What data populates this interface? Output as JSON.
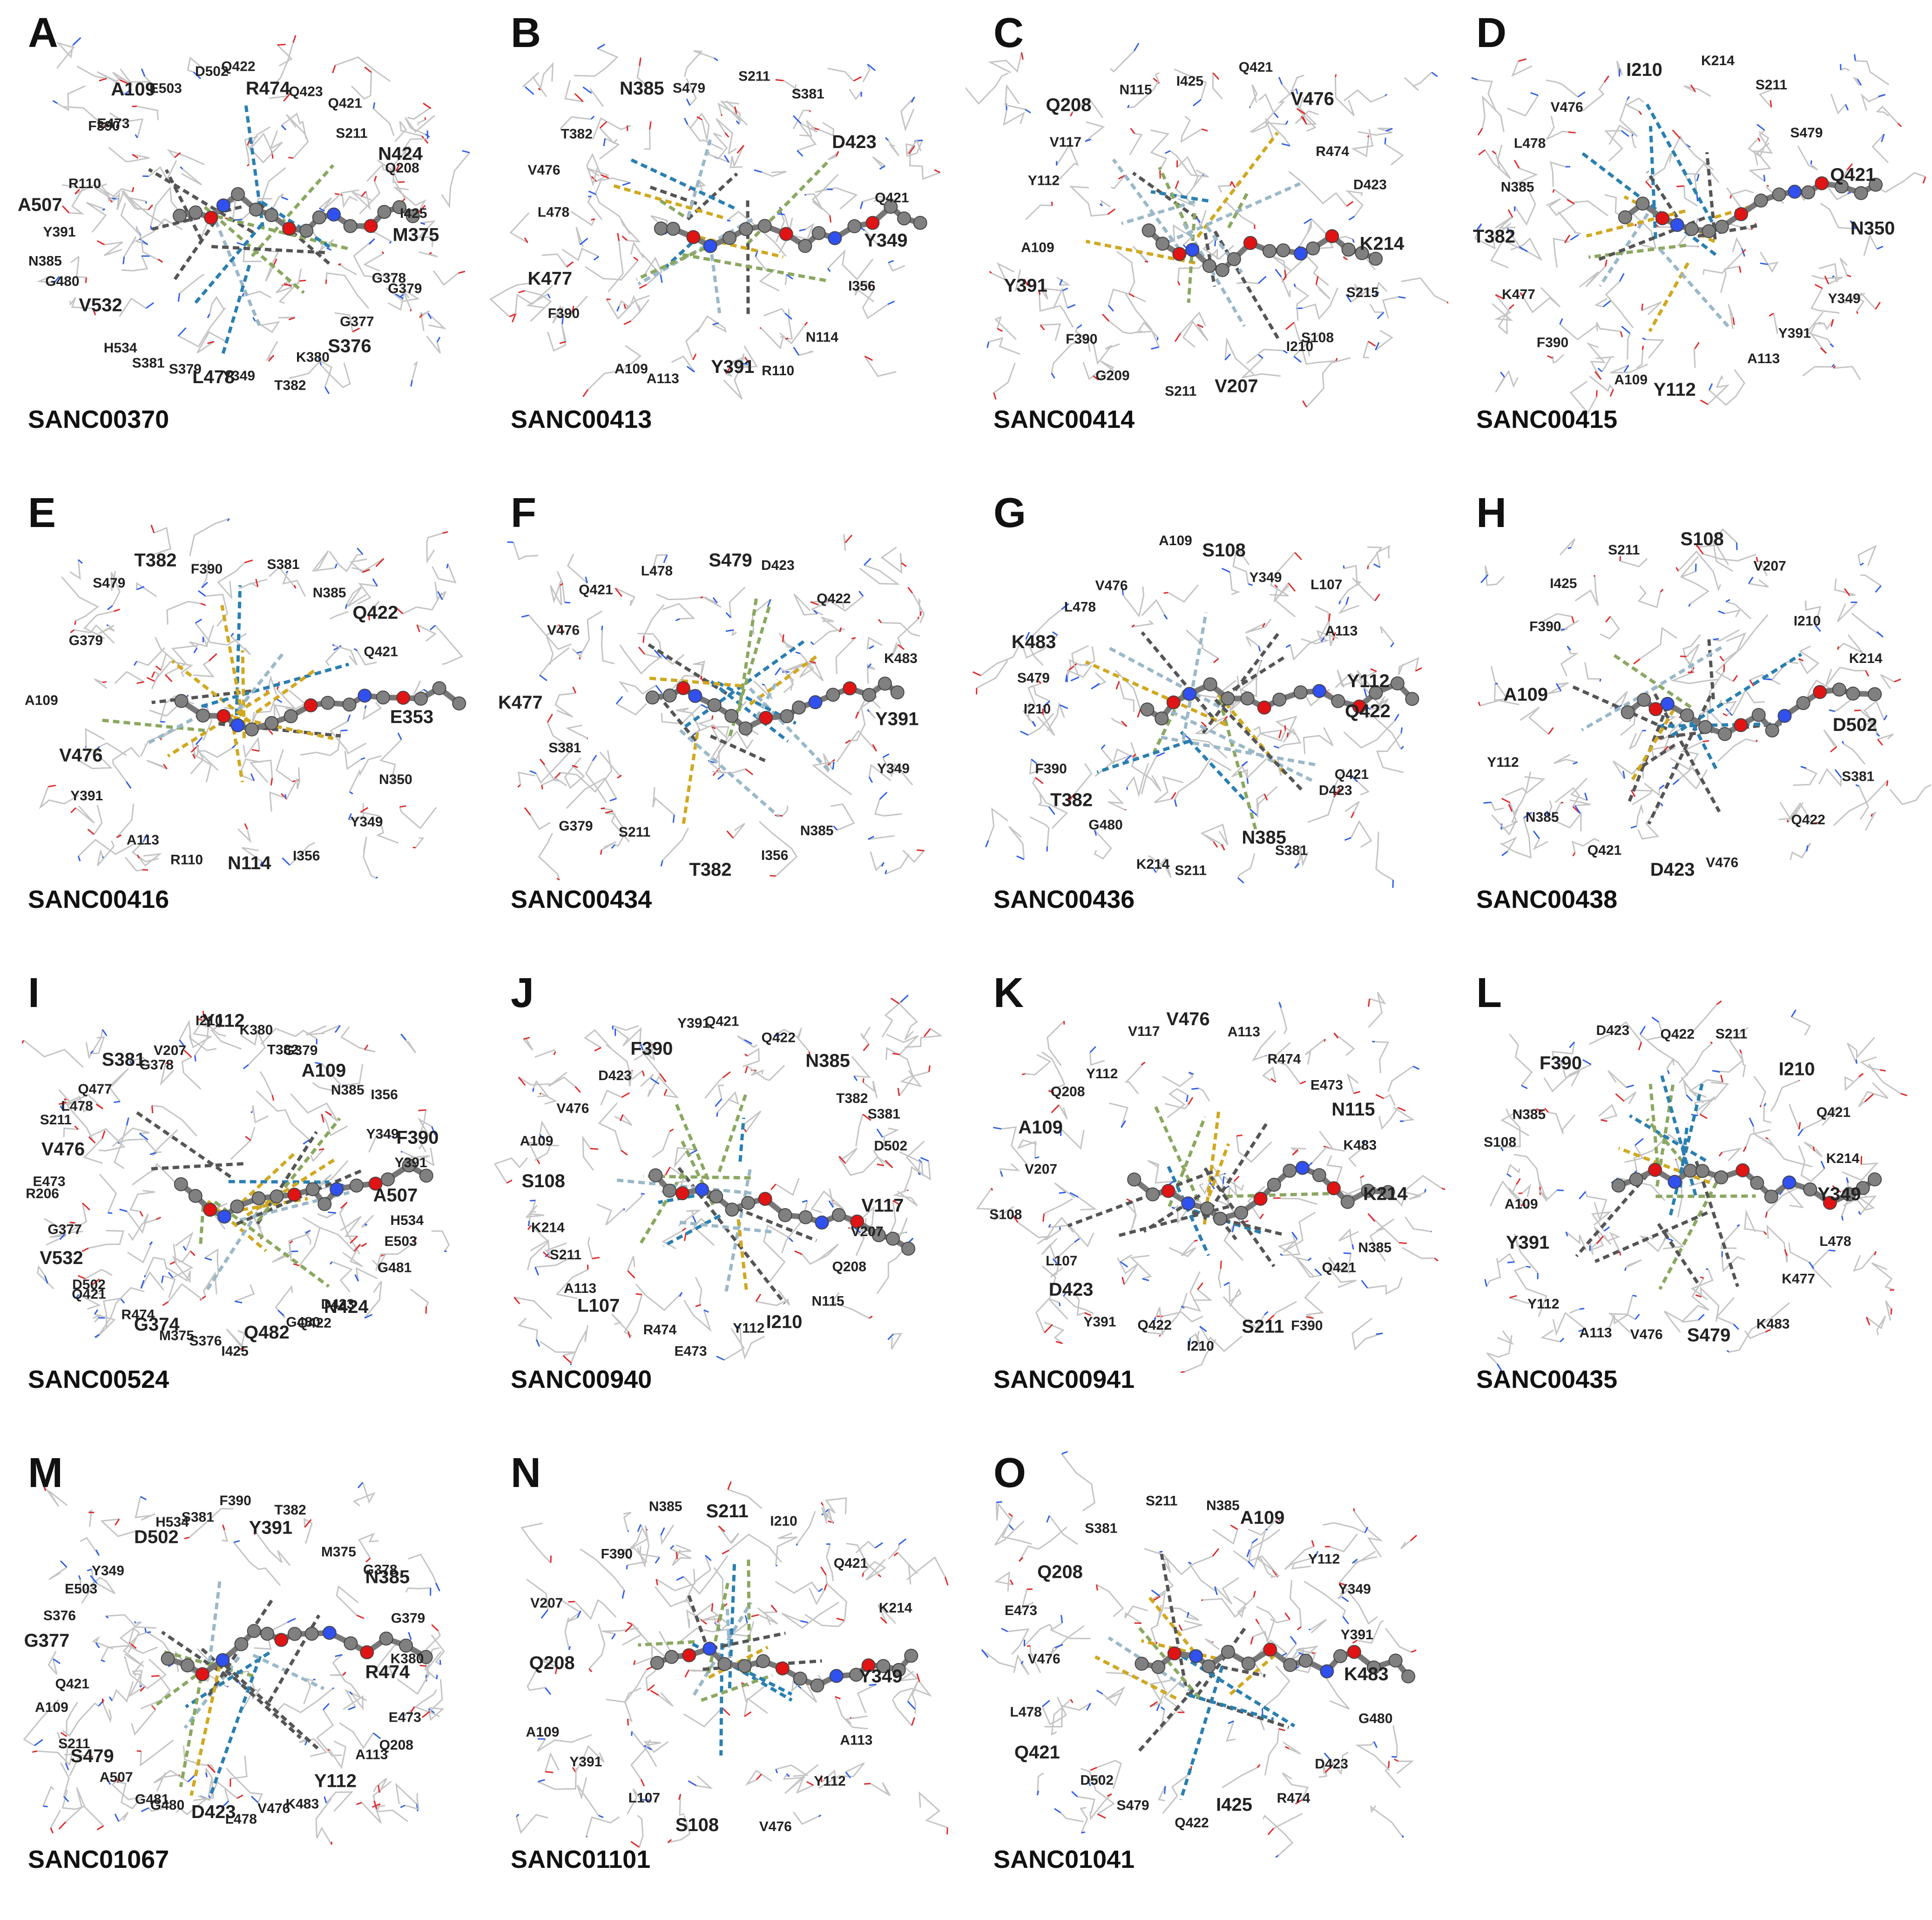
{
  "panels": [
    {
      "letter": "A",
      "compound": "SANC00370",
      "residues": [
        "M375",
        "G378",
        "G379",
        "G377",
        "S376",
        "K380",
        "T382",
        "Y349",
        "L478",
        "S379",
        "S381",
        "H534",
        "V532",
        "G480",
        "N385",
        "Y391",
        "A507",
        "R110",
        "F390",
        "E473",
        "A109",
        "E503",
        "D502",
        "Q422",
        "R474",
        "Q423",
        "Q421",
        "S211",
        "N424",
        "Q208",
        "I425"
      ]
    },
    {
      "letter": "B",
      "compound": "SANC00413",
      "residues": [
        "Y349",
        "I356",
        "N114",
        "R110",
        "Y391",
        "A113",
        "A109",
        "F390",
        "K477",
        "L478",
        "V476",
        "T382",
        "N385",
        "S479",
        "S211",
        "S381",
        "D423",
        "Q421"
      ]
    },
    {
      "letter": "C",
      "compound": "SANC00414",
      "residues": [
        "K214",
        "S215",
        "S108",
        "I210",
        "V207",
        "S211",
        "G209",
        "F390",
        "Y391",
        "A109",
        "Y112",
        "V117",
        "Q208",
        "N115",
        "I425",
        "Q421",
        "V476",
        "R474",
        "D423"
      ]
    },
    {
      "letter": "D",
      "compound": "SANC00415",
      "residues": [
        "N350",
        "Y349",
        "Y391",
        "A113",
        "Y112",
        "A109",
        "F390",
        "K477",
        "T382",
        "N385",
        "L478",
        "V476",
        "I210",
        "K214",
        "S211",
        "S479",
        "Q421"
      ]
    },
    {
      "letter": "E",
      "compound": "SANC00416",
      "residues": [
        "E353",
        "N350",
        "Y349",
        "I356",
        "N114",
        "R110",
        "A113",
        "Y391",
        "V476",
        "A109",
        "G379",
        "S479",
        "T382",
        "F390",
        "S381",
        "N385",
        "Q422",
        "Q421"
      ]
    },
    {
      "letter": "F",
      "compound": "SANC00434",
      "residues": [
        "Y391",
        "Y349",
        "N385",
        "I356",
        "T382",
        "S211",
        "G379",
        "S381",
        "K477",
        "V476",
        "Q421",
        "L478",
        "S479",
        "D423",
        "Q422",
        "K483"
      ]
    },
    {
      "letter": "G",
      "compound": "SANC00436",
      "residues": [
        "Q422",
        "Q421",
        "D423",
        "S381",
        "N385",
        "S211",
        "K214",
        "G480",
        "T382",
        "F390",
        "I210",
        "S479",
        "K483",
        "L478",
        "V476",
        "A109",
        "S108",
        "Y349",
        "L107",
        "A113",
        "Y112"
      ]
    },
    {
      "letter": "H",
      "compound": "SANC00438",
      "residues": [
        "D502",
        "S381",
        "Q422",
        "V476",
        "D423",
        "Q421",
        "N385",
        "Y112",
        "A109",
        "F390",
        "I425",
        "S211",
        "S108",
        "V207",
        "I210",
        "K214"
      ]
    },
    {
      "letter": "I",
      "compound": "SANC00524",
      "residues": [
        "A507",
        "H534",
        "E503",
        "G481",
        "N424",
        "D423",
        "Q422",
        "G480",
        "Q482",
        "I425",
        "S376",
        "M375",
        "G374",
        "R474",
        "Q421",
        "D502",
        "V532",
        "G377",
        "R206",
        "E473",
        "V476",
        "S211",
        "L478",
        "Q477",
        "S381",
        "G378",
        "V207",
        "I210",
        "Y112",
        "K380",
        "T382",
        "G379",
        "A109",
        "N385",
        "I356",
        "Y349",
        "F390",
        "Y391"
      ]
    },
    {
      "letter": "J",
      "compound": "SANC00940",
      "residues": [
        "V117",
        "V207",
        "Q208",
        "N115",
        "I210",
        "Y112",
        "E473",
        "R474",
        "L107",
        "A113",
        "S211",
        "K214",
        "S108",
        "A109",
        "V476",
        "D423",
        "F390",
        "Y391",
        "Q421",
        "Q422",
        "N385",
        "T382",
        "S381",
        "D502"
      ]
    },
    {
      "letter": "K",
      "compound": "SANC00941",
      "residues": [
        "K214",
        "N385",
        "Q421",
        "F390",
        "S211",
        "I210",
        "Q422",
        "Y391",
        "D423",
        "L107",
        "S108",
        "V207",
        "A109",
        "Q208",
        "Y112",
        "V117",
        "V476",
        "A113",
        "R474",
        "E473",
        "N115",
        "K483"
      ]
    },
    {
      "letter": "L",
      "compound": "SANC00435",
      "residues": [
        "Y349",
        "L478",
        "K477",
        "K483",
        "S479",
        "V476",
        "A113",
        "Y112",
        "Y391",
        "A109",
        "S108",
        "N385",
        "F390",
        "D423",
        "Q422",
        "S211",
        "I210",
        "Q421",
        "K214"
      ]
    },
    {
      "letter": "M",
      "compound": "SANC01067",
      "residues": [
        "R474",
        "E473",
        "Q208",
        "A113",
        "Y112",
        "K483",
        "V476",
        "L478",
        "D423",
        "G480",
        "G481",
        "A507",
        "S479",
        "S211",
        "A109",
        "Q421",
        "G377",
        "S376",
        "E503",
        "Y349",
        "D502",
        "H534",
        "S381",
        "F390",
        "Y391",
        "T382",
        "M375",
        "G378",
        "N385",
        "G379",
        "K380"
      ]
    },
    {
      "letter": "N",
      "compound": "SANC01101",
      "residues": [
        "Y349",
        "A113",
        "Y112",
        "V476",
        "S108",
        "L107",
        "Y391",
        "A109",
        "Q208",
        "V207",
        "F390",
        "N385",
        "S211",
        "I210",
        "Q421",
        "K214"
      ]
    },
    {
      "letter": "O",
      "compound": "SANC01041",
      "residues": [
        "K483",
        "G480",
        "D423",
        "R474",
        "I425",
        "Q422",
        "S479",
        "D502",
        "Q421",
        "L478",
        "V476",
        "E473",
        "Q208",
        "S381",
        "S211",
        "N385",
        "A109",
        "Y112",
        "Y349",
        "Y391"
      ]
    }
  ]
}
